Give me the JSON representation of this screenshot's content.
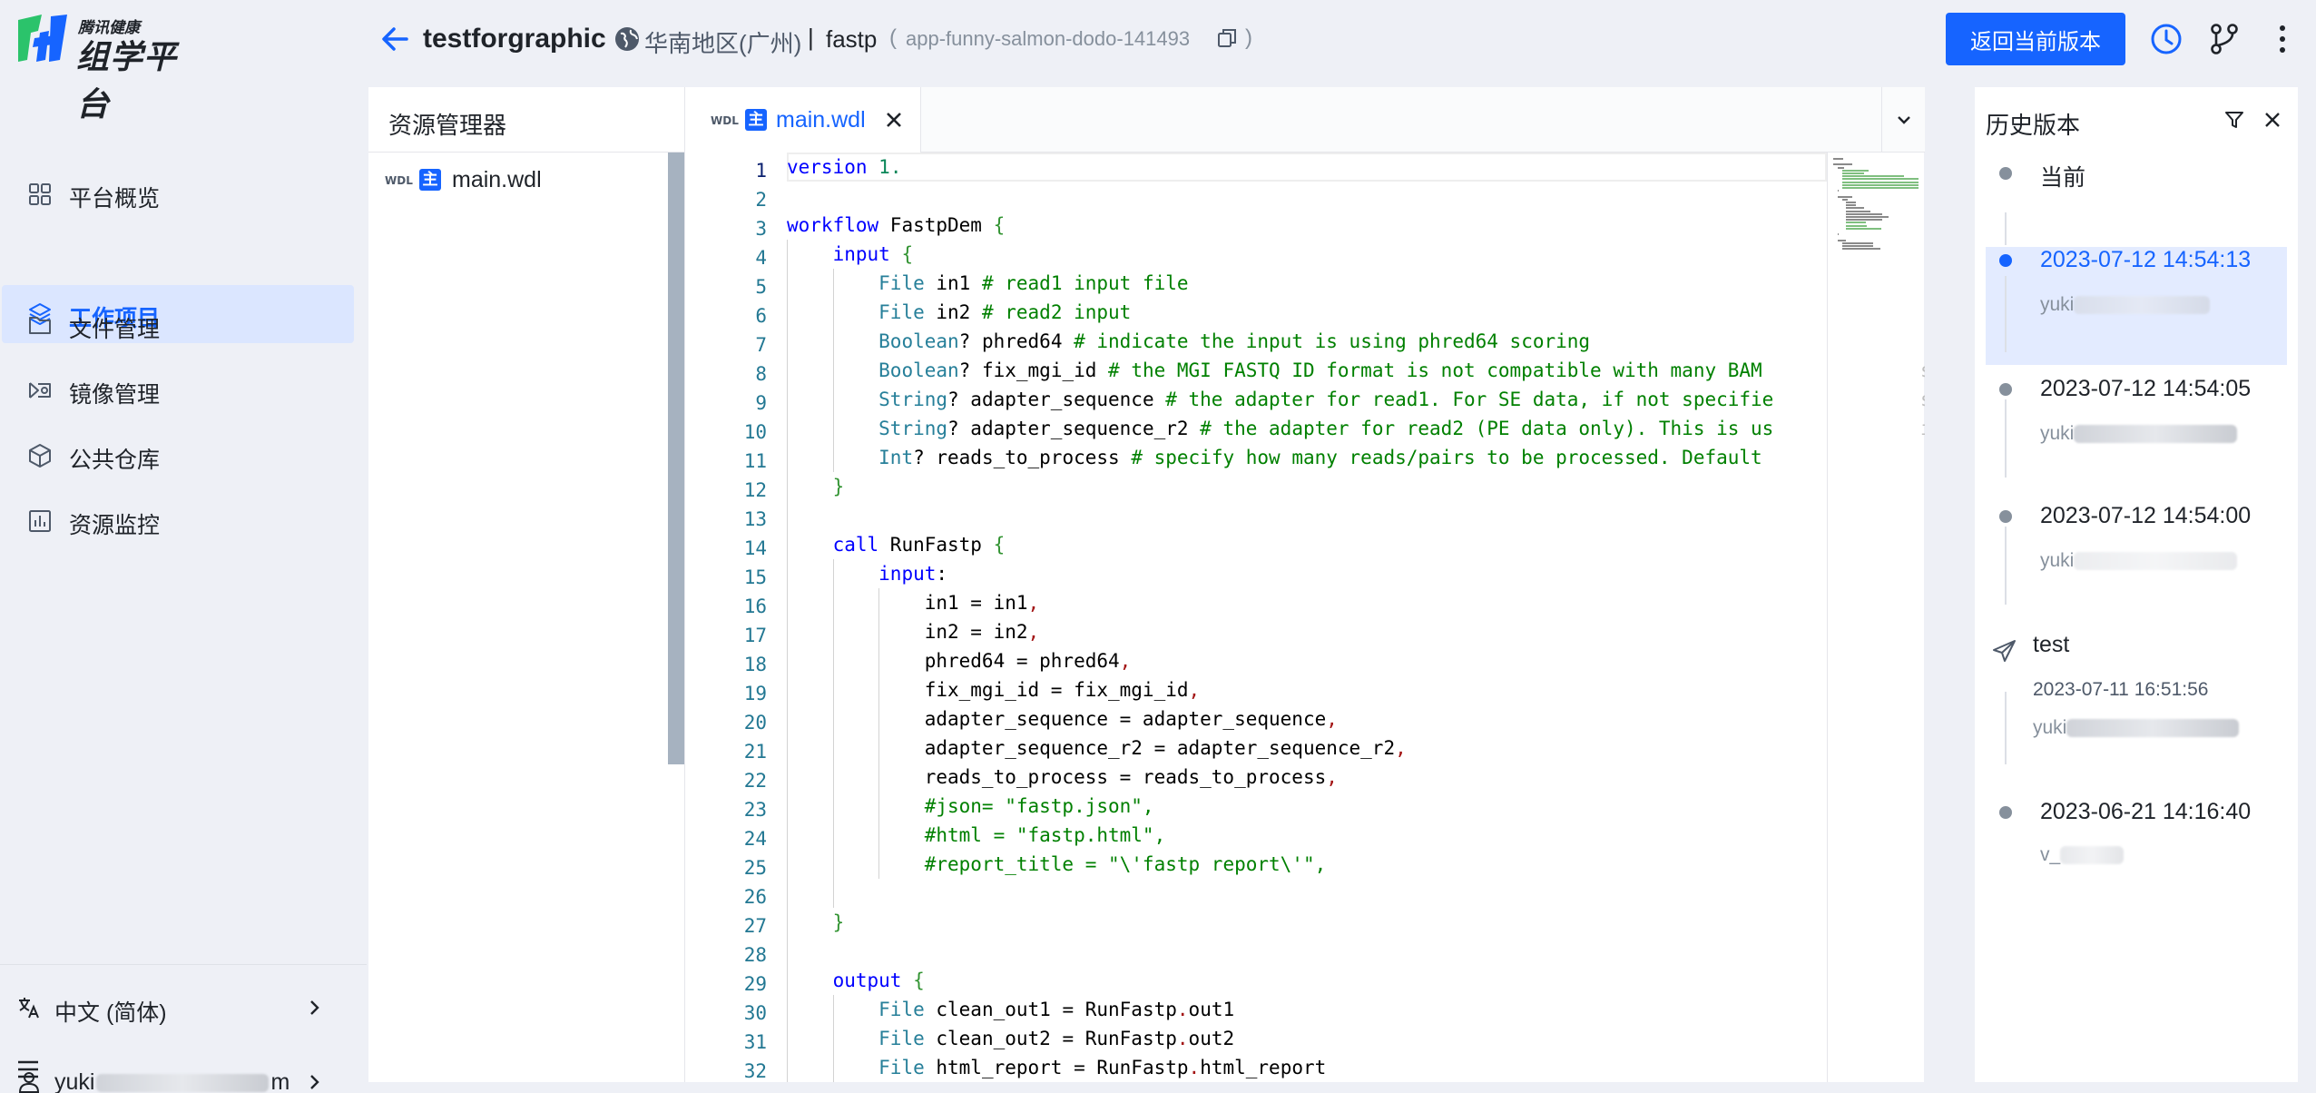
{
  "brand": {
    "sub": "腾讯健康",
    "main": "组学平台",
    "color": "#1664ff",
    "accent": "#2bc36b"
  },
  "header": {
    "project_title": "testforgraphic",
    "region": "华南地区(广州)",
    "separator": "|",
    "app_name": "fastp",
    "paren_open": "(",
    "app_id": "app-funny-salmon-dodo-141493",
    "paren_close": ")",
    "return_button": "返回当前版本",
    "icons": [
      "back-arrow-icon",
      "globe-icon",
      "copy-icon",
      "clock-icon",
      "branch-icon",
      "more-vertical-icon"
    ]
  },
  "nav": {
    "items": [
      {
        "label": "平台概览",
        "icon": "grid-icon",
        "active": false
      },
      {
        "label": "工作项目",
        "icon": "layers-icon",
        "active": true
      },
      {
        "label": "文件管理",
        "icon": "folder-icon",
        "active": false
      },
      {
        "label": "镜像管理",
        "icon": "image-icon",
        "active": false
      },
      {
        "label": "公共仓库",
        "icon": "cube-icon",
        "active": false
      },
      {
        "label": "资源监控",
        "icon": "chart-icon",
        "active": false
      }
    ],
    "language": "中文 (简体)",
    "user_prefix": "yuki",
    "user_suffix": "m"
  },
  "resource_manager": {
    "title": "资源管理器",
    "file_tag": "WDL",
    "main_badge": "主",
    "file": "main.wdl"
  },
  "editor": {
    "tab_tag": "WDL",
    "tab_badge": "主",
    "tab_file": "main.wdl",
    "line_numbers": [
      "1",
      "2",
      "3",
      "4",
      "5",
      "6",
      "7",
      "8",
      "9",
      "10",
      "11",
      "12",
      "13",
      "14",
      "15",
      "16",
      "17",
      "18",
      "19",
      "20",
      "21",
      "22",
      "23",
      "24",
      "25",
      "26",
      "27",
      "28",
      "29",
      "30",
      "31",
      "32"
    ],
    "lines": [
      "version 1.",
      "",
      "workflow FastpDem {",
      "    input {",
      "        File in1 # read1 input file",
      "        File in2 # read2 input",
      "        Boolean? phred64 # indicate the input is using phred64 scoring",
      "        Boolean? fix_mgi_id # the MGI FASTQ ID format is not compatible with many BAM",
      "        String? adapter_sequence # the adapter for read1. For SE data, if not specifie",
      "        String? adapter_sequence_r2 # the adapter for read2 (PE data only). This is us",
      "        Int? reads_to_process # specify how many reads/pairs to be processed. Default",
      "    }",
      "",
      "    call RunFastp {",
      "        input:",
      "            in1 = in1,",
      "            in2 = in2,",
      "            phred64 = phred64,",
      "            fix_mgi_id = fix_mgi_id,",
      "            adapter_sequence = adapter_sequence,",
      "            adapter_sequence_r2 = adapter_sequence_r2,",
      "            reads_to_process = reads_to_process,",
      "            #json= \"fastp.json\",",
      "            #html = \"fastp.html\",",
      "            #report_title = \"\\'fastp report\\'\",",
      "",
      "    }",
      "",
      "    output {",
      "        File clean_out1 = RunFastp.out1",
      "        File clean_out2 = RunFastp.out2",
      "        File html_report = RunFastp.html_report"
    ],
    "overflow_marks": {
      "8": "s",
      "9": "s",
      "10": "i"
    }
  },
  "history": {
    "title": "历史版本",
    "current": "当前",
    "versions": [
      {
        "time": "2023-07-12 14:54:13",
        "user": "yuki",
        "selected": true
      },
      {
        "time": "2023-07-12 14:54:05",
        "user": "yuki"
      },
      {
        "time": "2023-07-12 14:54:00",
        "user": "yuki"
      }
    ],
    "release": {
      "name": "test",
      "date": "2023-07-11 16:51:56",
      "user": "yuki"
    },
    "last": {
      "time": "2023-06-21 14:16:40",
      "user": "v_"
    }
  }
}
